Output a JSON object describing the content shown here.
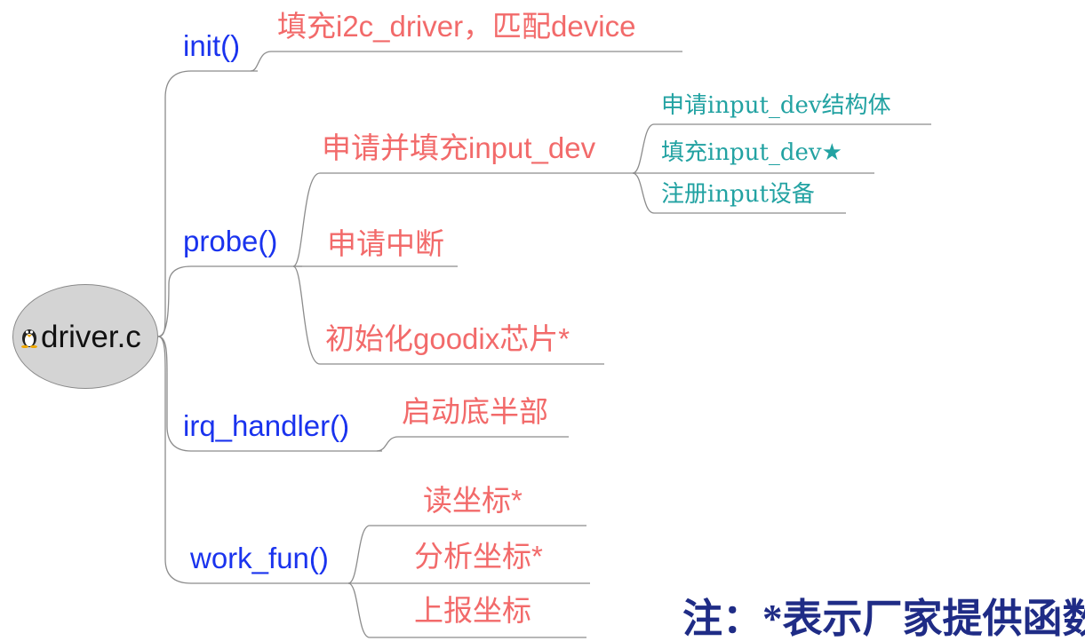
{
  "root": {
    "label": "driver.c",
    "icon": "linux-penguin-icon"
  },
  "branches": [
    {
      "label": "init()",
      "children": [
        {
          "label": "填充i2c_driver，匹配device"
        }
      ]
    },
    {
      "label": "probe()",
      "children": [
        {
          "label": "申请并填充input_dev",
          "children": [
            {
              "label": "申请input_dev结构体"
            },
            {
              "label": "填充input_dev★"
            },
            {
              "label": "注册input设备"
            }
          ]
        },
        {
          "label": "申请中断"
        },
        {
          "label": "初始化goodix芯片*"
        }
      ]
    },
    {
      "label": "irq_handler()",
      "children": [
        {
          "label": "启动底半部"
        }
      ]
    },
    {
      "label": "work_fun()",
      "children": [
        {
          "label": "读坐标*"
        },
        {
          "label": "分析坐标*"
        },
        {
          "label": "上报坐标"
        }
      ]
    }
  ],
  "note": "注：*表示厂家提供函数",
  "colors": {
    "level1": "#1a33ee",
    "level2": "#f26a6a",
    "level3": "#22a2a2",
    "note": "#1f2c86",
    "connector": "#8c8c8c",
    "root_fill": "#d4d4d4"
  }
}
